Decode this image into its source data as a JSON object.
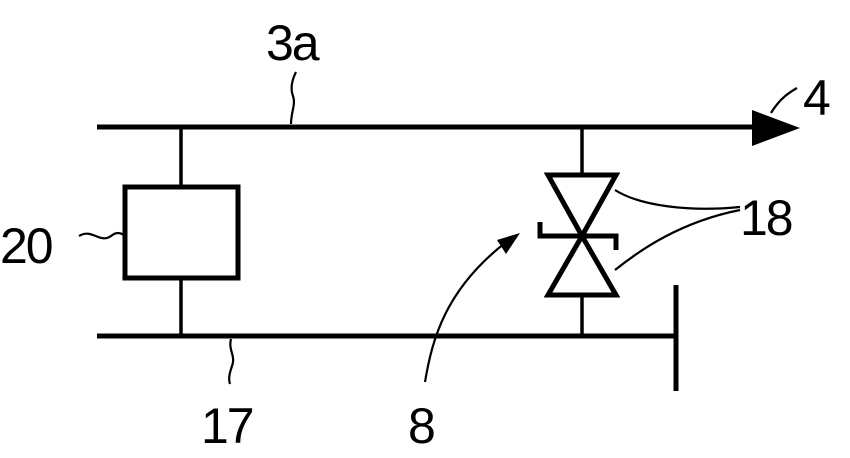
{
  "labels": {
    "top_line": "3a",
    "flow_arrow": "4",
    "box": "20",
    "valve": "18",
    "switch_device": "8",
    "bottom_line": "17"
  },
  "colors": {
    "ink": "#000000",
    "background": "#ffffff"
  }
}
